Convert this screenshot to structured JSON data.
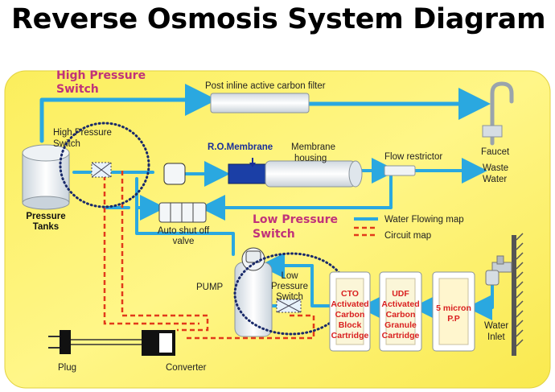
{
  "title": "Reverse Osmosis System Diagram",
  "labels": {
    "high_pressure_switch_highlight": [
      "High Pressure",
      "Switch"
    ],
    "high_pressure_switch": [
      "High Pressure",
      "Switch"
    ],
    "post_filter": "Post inline active carbon filter",
    "faucet": "Faucet",
    "ro_membrane": "R.O.Membrane",
    "membrane_housing": [
      "Membrane",
      "housing"
    ],
    "flow_restrictor": "Flow restrictor",
    "waste_water": [
      "Waste",
      "Water"
    ],
    "pressure_tanks": [
      "Pressure",
      "Tanks"
    ],
    "auto_shutoff": [
      "Auto shut off",
      "valve"
    ],
    "low_pressure_switch_highlight": [
      "Low Pressure",
      "Switch"
    ],
    "low_pressure_switch": [
      "Low",
      "Pressure",
      "Switch"
    ],
    "pump": "PUMP",
    "water_inlet": [
      "Water",
      "Inlet"
    ],
    "plug": "Plug",
    "converter": "Converter",
    "cto": [
      "CTO",
      "Activated",
      "Carbon",
      "Block",
      "Cartridge"
    ],
    "udf": [
      "UDF",
      "Activated",
      "Carbon",
      "Granule",
      "Cartridge"
    ],
    "pp": [
      "5 micron",
      "P.P"
    ]
  },
  "legend": {
    "water": "Water Flowing map",
    "circuit": "Circuit map"
  },
  "colors": {
    "panel": "#fdf06a",
    "water": "#2aa8e0",
    "circuit": "#e23a1a",
    "highlight": "#c0327a",
    "ring": "#1a2a6a"
  }
}
